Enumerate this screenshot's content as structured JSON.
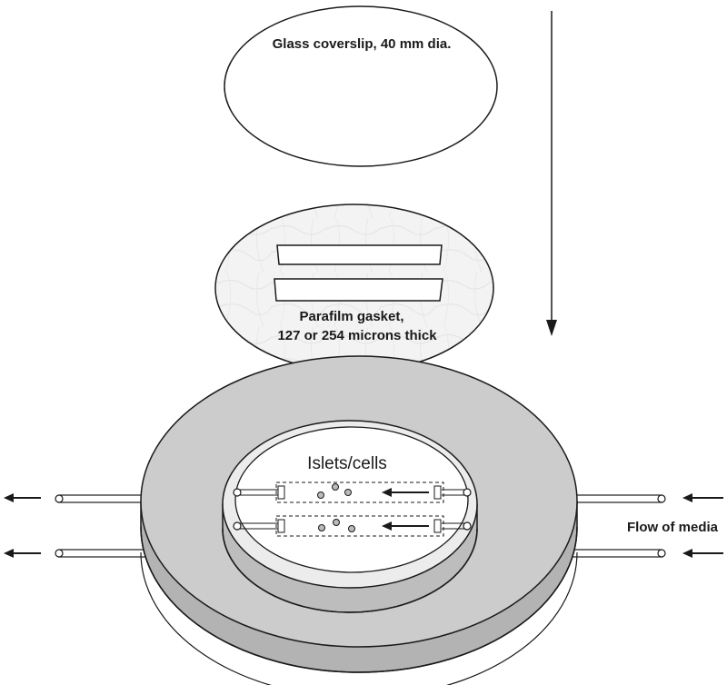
{
  "labels": {
    "coverslip": "Glass coverslip, 40 mm dia.",
    "gasket_line1": "Parafilm gasket,",
    "gasket_line2": "127 or 254 microns thick",
    "islets": "Islets/cells",
    "flow": "Flow of media"
  },
  "colors": {
    "chamber_top": "#cccccc",
    "chamber_side": "#b3b3b3",
    "insert_side": "#bdbdbd",
    "inner_well": "#ffffff",
    "parafilm_fill": "#f2f2f2",
    "outline": "#1a1a1a"
  },
  "icons": {
    "assembly_arrow": "down-arrow",
    "flow_arrows": "left-arrow"
  }
}
